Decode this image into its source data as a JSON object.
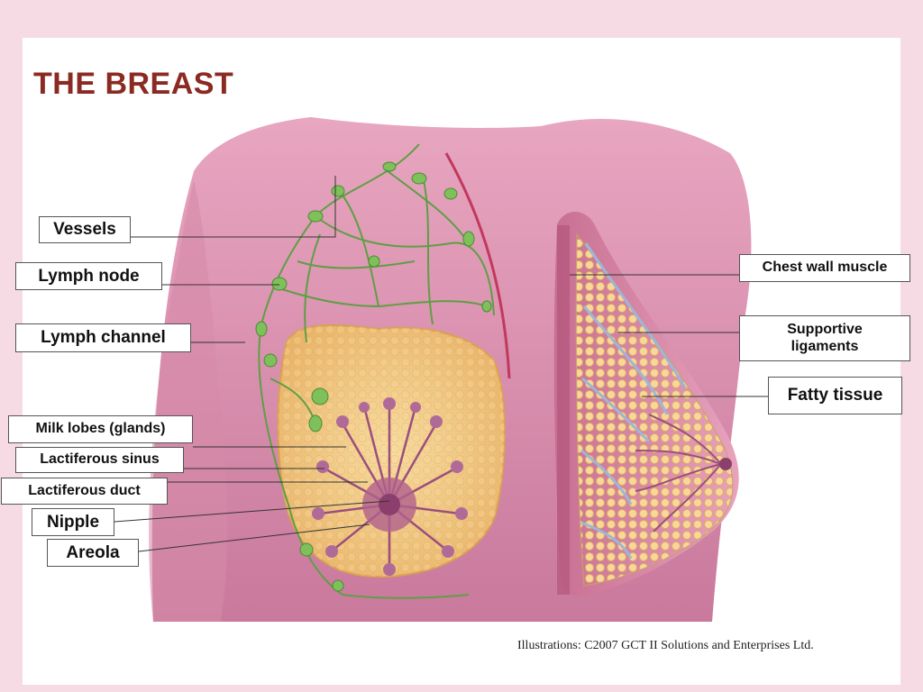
{
  "title": "THE BREAST",
  "labels": {
    "vessels": "Vessels",
    "lymph_node": "Lymph node",
    "lymph_channel": "Lymph channel",
    "milk_lobes": "Milk lobes (glands)",
    "lactiferous_sinus": "Lactiferous sinus",
    "lactiferous_duct": "Lactiferous duct",
    "nipple": "Nipple",
    "areola": "Areola",
    "chest_wall_muscle": "Chest wall muscle",
    "supportive_ligaments": "Supportive ligaments",
    "fatty_tissue": "Fatty tissue"
  },
  "credit": "Illustrations: C2007 GCT II Solutions and Enterprises Ltd.",
  "colors": {
    "title": "#8b2a22",
    "skin": "#d98aa8",
    "fat": "#f3cf8a",
    "lymph": "#6aa84f",
    "gland": "#9a4f7d"
  }
}
